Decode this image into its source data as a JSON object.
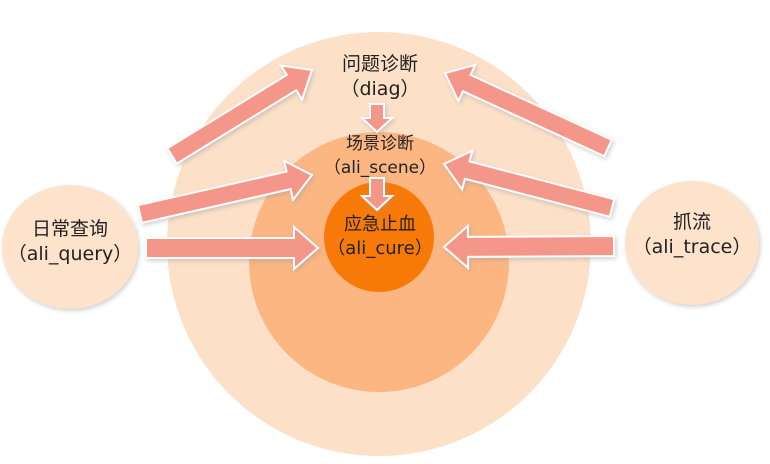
{
  "nodes": {
    "diag": {
      "title": "问题诊断",
      "code": "（diag）"
    },
    "scene": {
      "title": "场景诊断",
      "code": "（ali_scene）"
    },
    "cure": {
      "title": "应急止血",
      "code": "（ali_cure）"
    },
    "query": {
      "title": "日常查询",
      "code": "（ali_query）"
    },
    "trace": {
      "title": "抓流",
      "code": "（ali_trace）"
    }
  },
  "colors": {
    "outer_ring": "#fde0c8",
    "middle_ring": "#fbb682",
    "core": "#f77a08",
    "side_bubble": "#fde2cc",
    "arrow_fill": "#f4978a",
    "arrow_stroke": "#ffffff"
  }
}
